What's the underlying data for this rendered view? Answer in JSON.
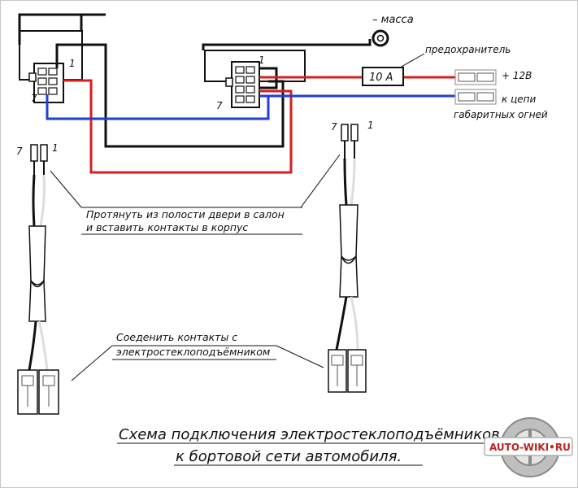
{
  "diagram": {
    "title_line1": "Схема подключения электростеклоподъёмников",
    "title_line2": "к бортовой сети автомобиля.",
    "labels": {
      "ground": "– масса",
      "fuse_header": "предохранитель",
      "fuse_value": "10 А",
      "plus12": "+ 12В",
      "lights1": "к цепи",
      "lights2": "габаритных огней",
      "instr1_a": "Протянуть из полости двери в салон",
      "instr1_b": "и вставить контакты в корпус",
      "instr2_a": "Соеденить контакты с",
      "instr2_b": "электростеклоподъёмником",
      "pin1": "1",
      "pin7": "7"
    },
    "colors": {
      "wire_red": "#d81e1e",
      "wire_blue": "#1f3fd6",
      "wire_black": "#111111"
    },
    "logo": "AUTO-WIKI•RU"
  }
}
